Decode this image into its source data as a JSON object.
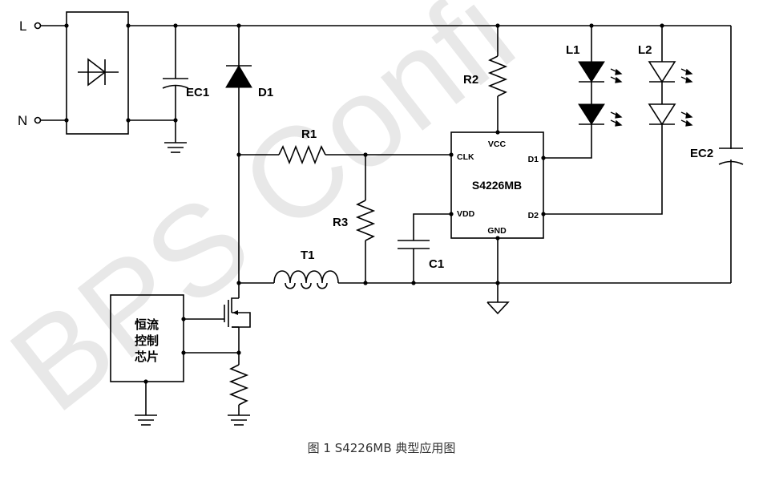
{
  "watermark": "BPS Confi",
  "caption": "图 1 S4226MB 典型应用图",
  "terminals": {
    "live": "L",
    "neutral": "N"
  },
  "components": {
    "ec1": "EC1",
    "d1": "D1",
    "r1": "R1",
    "r2": "R2",
    "r3": "R3",
    "t1": "T1",
    "c1": "C1",
    "l1": "L1",
    "l2": "L2",
    "ec2": "EC2"
  },
  "chip": {
    "name": "S4226MB",
    "pins": {
      "vcc": "VCC",
      "clk": "CLK",
      "d1": "D1",
      "vdd": "VDD",
      "d2": "D2",
      "gnd": "GND"
    }
  },
  "controller": {
    "line1": "恒流",
    "line2": "控制",
    "line3": "芯片"
  }
}
